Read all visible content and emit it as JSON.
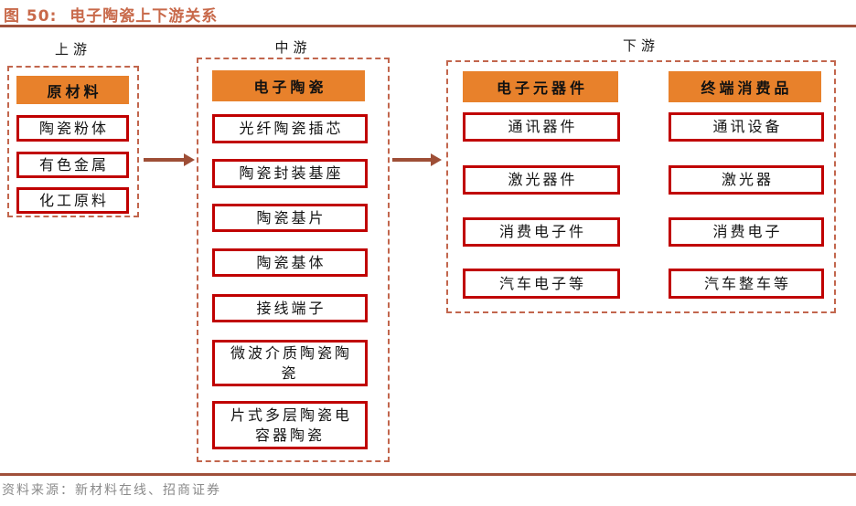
{
  "figure": {
    "title": "图 50:  电子陶瓷上下游关系",
    "source": "资料来源：新材料在线、招商证券"
  },
  "colors": {
    "title_text": "#c8694a",
    "rule": "#a0503a",
    "header_orange": "#e8812b",
    "item_border_red": "#c00000",
    "dashed_border": "#c2664d",
    "arrow": "#9e4e36",
    "source_text": "#8a8a8a"
  },
  "diagram": {
    "upstream": {
      "label": "上游",
      "header": "原材料",
      "items": [
        "陶瓷粉体",
        "有色金属",
        "化工原料"
      ]
    },
    "midstream": {
      "label": "中游",
      "header": "电子陶瓷",
      "items": [
        "光纤陶瓷插芯",
        "陶瓷封装基座",
        "陶瓷基片",
        "陶瓷基体",
        "接线端子",
        "微波介质陶瓷陶瓷",
        "片式多层陶瓷电容器陶瓷"
      ]
    },
    "downstream": {
      "label": "下游",
      "columns": [
        {
          "header": "电子元器件",
          "items": [
            "通讯器件",
            "激光器件",
            "消费电子件",
            "汽车电子等"
          ]
        },
        {
          "header": "终端消费品",
          "items": [
            "通讯设备",
            "激光器",
            "消费电子",
            "汽车整车等"
          ]
        }
      ]
    }
  }
}
